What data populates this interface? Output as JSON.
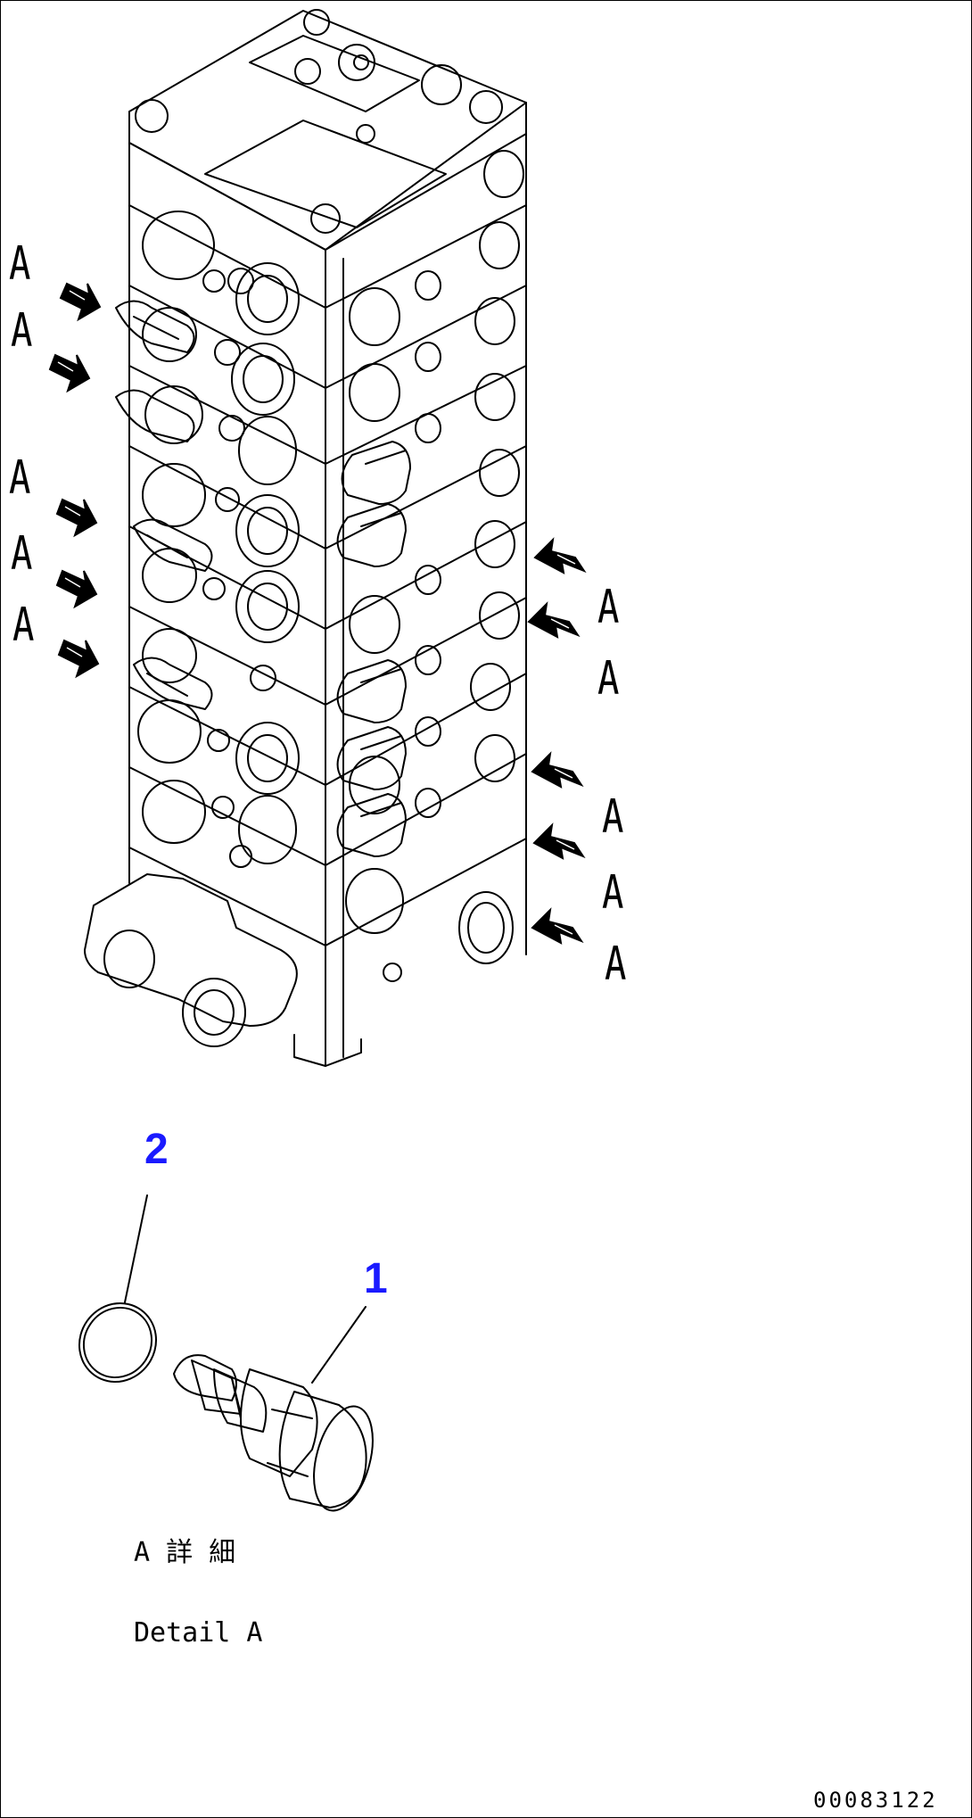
{
  "arrow_labels": {
    "left": [
      "A",
      "A",
      "A",
      "A",
      "A"
    ],
    "right": [
      "A",
      "A",
      "A",
      "A",
      "A"
    ]
  },
  "callouts": {
    "part_1": "1",
    "part_2": "2"
  },
  "caption": {
    "japanese": "A 詳 細",
    "english": "Detail A"
  },
  "figure_number": "00083122",
  "colors": {
    "line": "#000000",
    "callout": "#1a1aff",
    "background": "#ffffff"
  }
}
